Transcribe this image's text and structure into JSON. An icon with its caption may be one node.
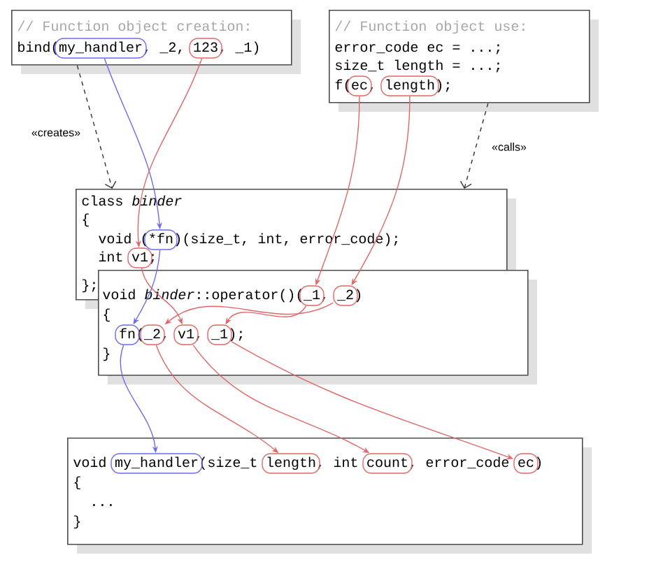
{
  "diagram": {
    "nodes": [
      {
        "text": [
          "// Function object creation:",
          "bind(",
          ", _2,",
          ", _1)"
        ]
      },
      {
        "text": [
          "my_handler"
        ],
        "in": 0
      },
      {
        "text": [
          "123"
        ],
        "in": 0
      },
      {
        "text": [
          "// Function object use:",
          "error_code ec = ...;",
          "size_t length = ...;",
          "f(",
          ",",
          ");"
        ]
      },
      {
        "text": [
          "ec"
        ],
        "in": 3
      },
      {
        "text": [
          "length"
        ],
        "in": 3
      },
      {
        "text": [
          "class *binder*",
          "{",
          "void (",
          ")(size_t, int, error_code);",
          "int",
          ";",
          "};"
        ]
      },
      {
        "text": [
          "*fn"
        ],
        "in": 6
      },
      {
        "text": [
          "v1"
        ],
        "in": 6
      },
      {
        "text": [
          "void *binder*::operator()(",
          ",",
          ")",
          "{",
          "(",
          ",",
          ",",
          ");",
          "}"
        ]
      },
      {
        "text": [
          "_1"
        ]
      },
      {
        "text": [
          "_2"
        ]
      },
      {
        "text": [
          "fn"
        ],
        "in": 9
      },
      {
        "text": [
          "_2"
        ],
        "in": 9
      },
      {
        "text": [
          "v1"
        ],
        "in": 9
      },
      {
        "text": [
          "_1"
        ],
        "in": 9
      },
      {
        "text": [
          "void",
          "(size_t",
          ", int",
          ", error_code",
          ")",
          "{",
          "...",
          "}"
        ]
      },
      {
        "text": [
          "my_handler"
        ],
        "in": 16
      },
      {
        "text": [
          "length"
        ],
        "in": 16
      },
      {
        "text": [
          "count"
        ],
        "in": 16
      },
      {
        "text": [
          "ec"
        ],
        "in": 16
      }
    ],
    "edges": [
      {
        "from": 1,
        "to": 7,
        "arrow": "to",
        "color": "#6a6af0"
      },
      {
        "from": 2,
        "to": 8,
        "arrow": "to"
      },
      {
        "from": 4,
        "to": 10,
        "arrow": "to"
      },
      {
        "from": 5,
        "to": 11,
        "arrow": "to"
      },
      {
        "from": 7,
        "to": 12,
        "arrow": "to",
        "color": "#6a6af0"
      },
      {
        "from": 8,
        "to": 14,
        "arrow": "to"
      },
      {
        "from": 10,
        "to": 15,
        "arrow": "to"
      },
      {
        "from": 11,
        "to": 13,
        "arrow": "to"
      },
      {
        "from": 12,
        "to": 17,
        "arrow": "to",
        "color": "#6a6af0"
      },
      {
        "from": 13,
        "to": 18,
        "arrow": "to"
      },
      {
        "from": 14,
        "to": 19,
        "arrow": "to"
      },
      {
        "from": 15,
        "to": 20,
        "arrow": "to"
      },
      {
        "from": 0,
        "to": 6,
        "arrow": "to",
        "style": "dashed",
        "color": "#333333",
        "label": "«creates»"
      },
      {
        "from": 3,
        "to": 6,
        "arrow": "to",
        "style": "dashed",
        "color": "#333333",
        "label": "«calls»"
      }
    ]
  }
}
